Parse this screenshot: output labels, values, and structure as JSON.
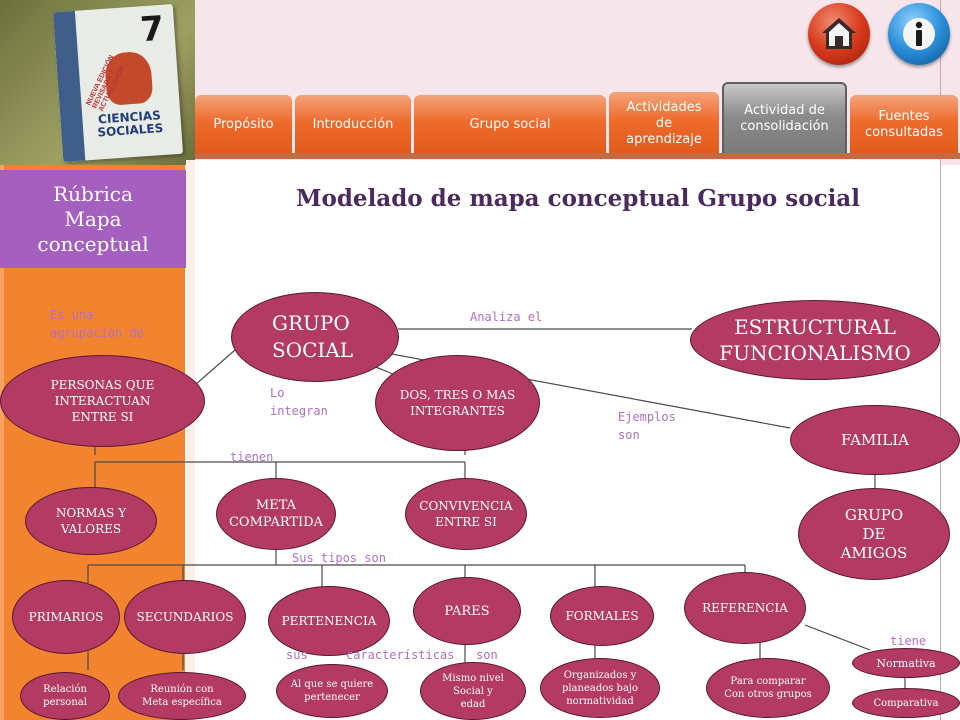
{
  "header": {
    "book": {
      "number": "7",
      "title": "CIENCIAS\nSOCIALES",
      "tag": "NUEVA EDICIÓN REVISADA Y ACTUALIZADA"
    },
    "icons": {
      "home": "home-icon",
      "info": "info-icon"
    }
  },
  "nav": {
    "tabs": [
      {
        "label": "Propósito"
      },
      {
        "label": "Introducción"
      },
      {
        "label": "Grupo social"
      },
      {
        "label": "Actividades\nde\naprendizaje"
      },
      {
        "label": "Actividad de\nconsolidación"
      },
      {
        "label": "Fuentes\nconsultadas"
      }
    ]
  },
  "sidebar": {
    "rubrica": "Rúbrica\nMapa\nconceptual"
  },
  "page": {
    "title": "Modelado de mapa conceptual Grupo social"
  },
  "map": {
    "nodes": {
      "grupo_social": "GRUPO\nSOCIAL",
      "estructural": "ESTRUCTURAL\nFUNCIONALISMO",
      "personas": "PERSONAS QUE\nINTERACTUAN\nENTRE SI",
      "dos_tres": "DOS, TRES O MAS\nINTEGRANTES",
      "familia": "FAMILIA",
      "normas": "NORMAS Y\nVALORES",
      "meta": "META\nCOMPARTIDA",
      "convivencia": "CONVIVENCIA\nENTRE SI",
      "grupo_amigos": "GRUPO\nDE\nAMIGOS",
      "primarios": "PRIMARIOS",
      "secundarios": "SECUNDARIOS",
      "pertenencia": "PERTENENCIA",
      "pares": "PARES",
      "formales": "FORMALES",
      "referencia": "REFERENCIA",
      "relacion": "Relación\npersonal",
      "reunion": "Reunión con\nMeta específica",
      "al_que": "Al que se quiere\npertenecer",
      "mismo": "Mismo nivel\nSocial y\nedad",
      "organizados": "Organizados y\nplaneados bajo\nnormatividad",
      "comparar": "Para comparar\nCon otros grupos",
      "normativa": "Normativa",
      "comparativa": "Comparativa"
    },
    "labels": {
      "es_una": "Es una\nagrupación de",
      "analiza": "Analiza el",
      "lo_integran": "Lo\nintegran",
      "ejemplos": "Ejemplos\nson",
      "tienen": "tienen",
      "sus_tipos": "Sus tipos son",
      "sus": "sus",
      "caracteristicas": "características",
      "son": "son",
      "tiene": "tiene"
    }
  },
  "colors": {
    "node": "#b23a63",
    "node_border": "#5a1830",
    "label": "#b06fc5",
    "sidebar": "#f2832f",
    "rubrica": "#a55fbe",
    "tab": "#ee6b2c",
    "title": "#4b2a5e"
  }
}
